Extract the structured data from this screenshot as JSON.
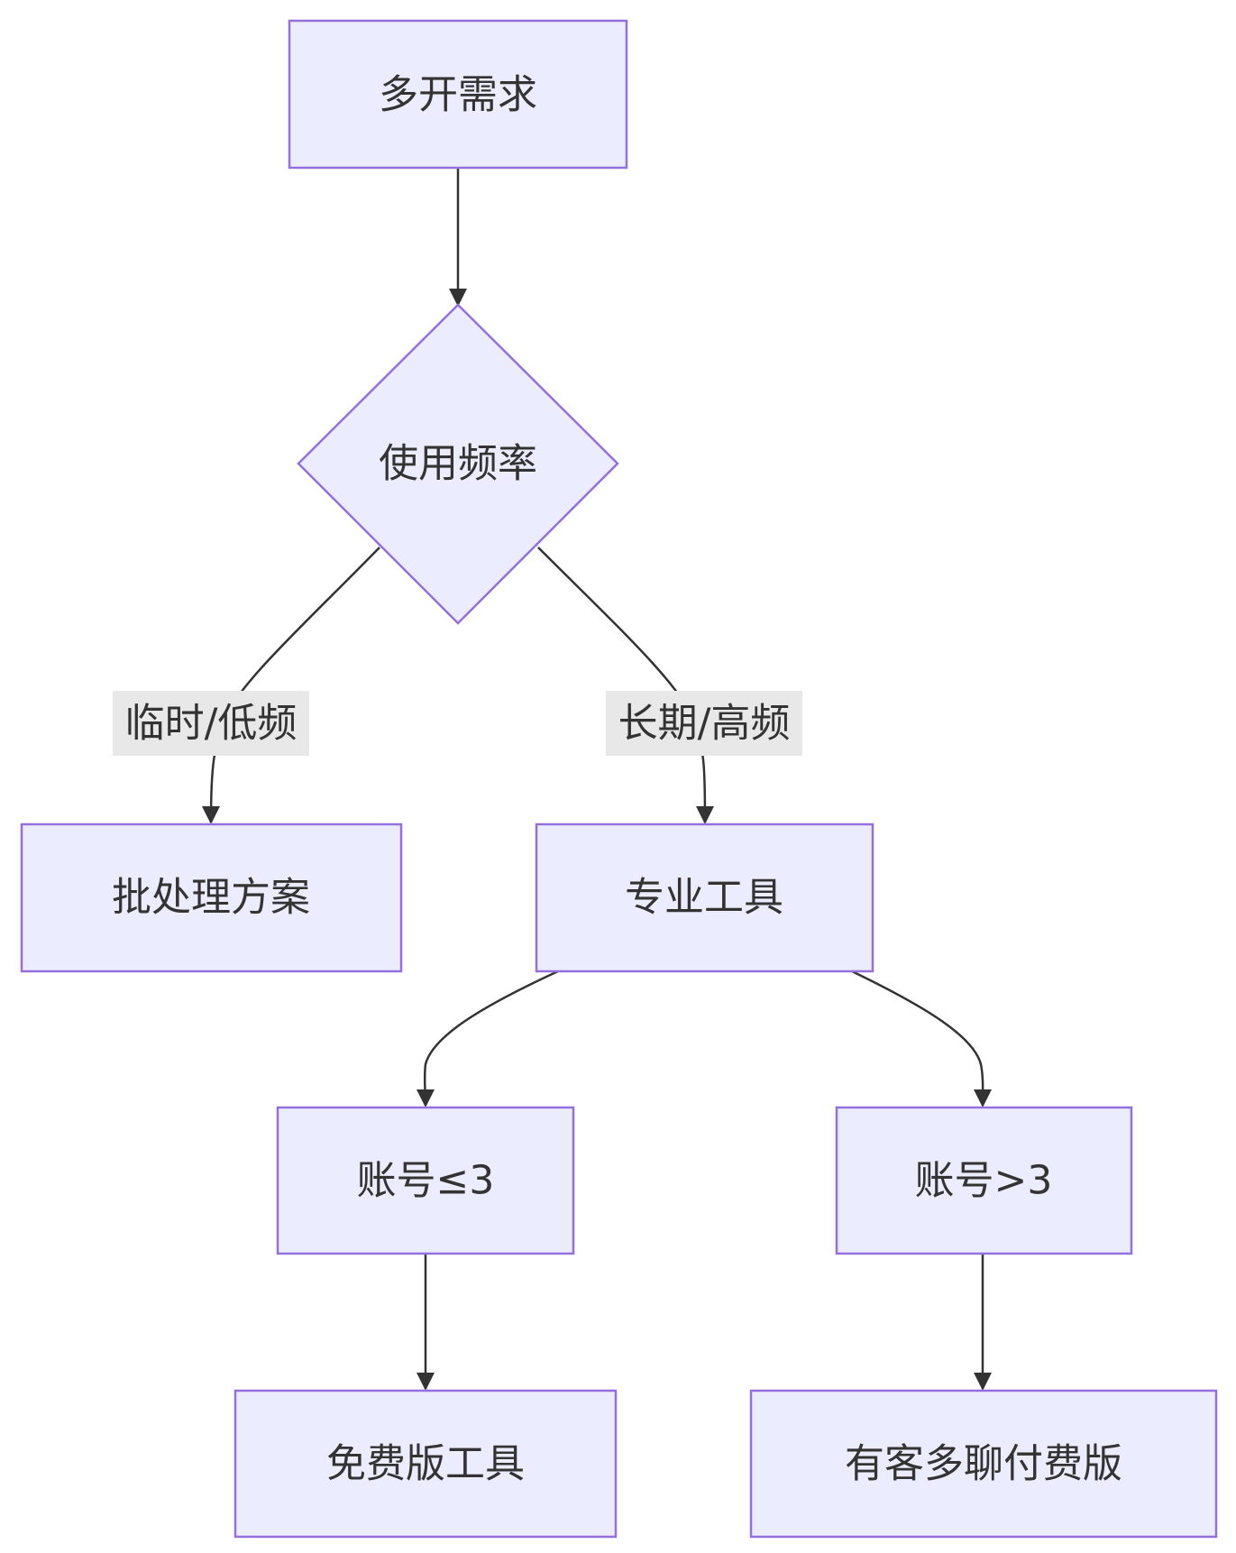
{
  "nodes": {
    "start": "多开需求",
    "decision": "使用频率",
    "batch": "批处理方案",
    "pro": "专业工具",
    "few_accounts": "账号≤3",
    "many_accounts": "账号>3",
    "free_tool": "免费版工具",
    "paid_tool": "有客多聊付费版"
  },
  "edge_labels": {
    "low_freq": "临时/低频",
    "high_freq": "长期/高频"
  }
}
